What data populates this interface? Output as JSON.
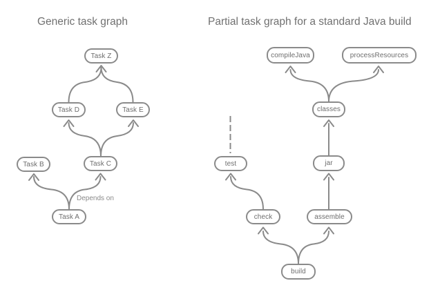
{
  "left_diagram": {
    "title": "Generic task graph",
    "edge_label": "Depends on",
    "nodes": [
      {
        "id": "task-z",
        "label": "Task Z"
      },
      {
        "id": "task-d",
        "label": "Task D"
      },
      {
        "id": "task-e",
        "label": "Task E"
      },
      {
        "id": "task-b",
        "label": "Task B"
      },
      {
        "id": "task-c",
        "label": "Task C"
      },
      {
        "id": "task-a",
        "label": "Task A"
      }
    ],
    "edges": [
      {
        "from": "task-d",
        "to": "task-z",
        "style": "solid"
      },
      {
        "from": "task-e",
        "to": "task-z",
        "style": "solid"
      },
      {
        "from": "task-c",
        "to": "task-d",
        "style": "solid"
      },
      {
        "from": "task-c",
        "to": "task-e",
        "style": "solid"
      },
      {
        "from": "task-a",
        "to": "task-b",
        "style": "solid"
      },
      {
        "from": "task-a",
        "to": "task-c",
        "style": "solid",
        "label": "Depends on"
      }
    ]
  },
  "right_diagram": {
    "title": "Partial task graph for a standard Java build",
    "nodes": [
      {
        "id": "compileJava",
        "label": "compileJava"
      },
      {
        "id": "processResources",
        "label": "processResources"
      },
      {
        "id": "classes",
        "label": "classes"
      },
      {
        "id": "test",
        "label": "test"
      },
      {
        "id": "jar",
        "label": "jar"
      },
      {
        "id": "check",
        "label": "check"
      },
      {
        "id": "assemble",
        "label": "assemble"
      },
      {
        "id": "build",
        "label": "build"
      }
    ],
    "edges": [
      {
        "from": "classes",
        "to": "compileJava",
        "style": "solid"
      },
      {
        "from": "classes",
        "to": "processResources",
        "style": "solid"
      },
      {
        "from": "jar",
        "to": "classes",
        "style": "solid"
      },
      {
        "from": "check",
        "to": "test",
        "style": "solid"
      },
      {
        "from": "assemble",
        "to": "jar",
        "style": "solid"
      },
      {
        "from": "build",
        "to": "check",
        "style": "solid"
      },
      {
        "from": "build",
        "to": "assemble",
        "style": "solid"
      },
      {
        "from": "test",
        "to": null,
        "style": "dashed"
      }
    ]
  },
  "colors": {
    "stroke": "#8a8a8a",
    "node_text": "#6d6d6d",
    "title_text": "#707070",
    "background": "#ffffff"
  }
}
